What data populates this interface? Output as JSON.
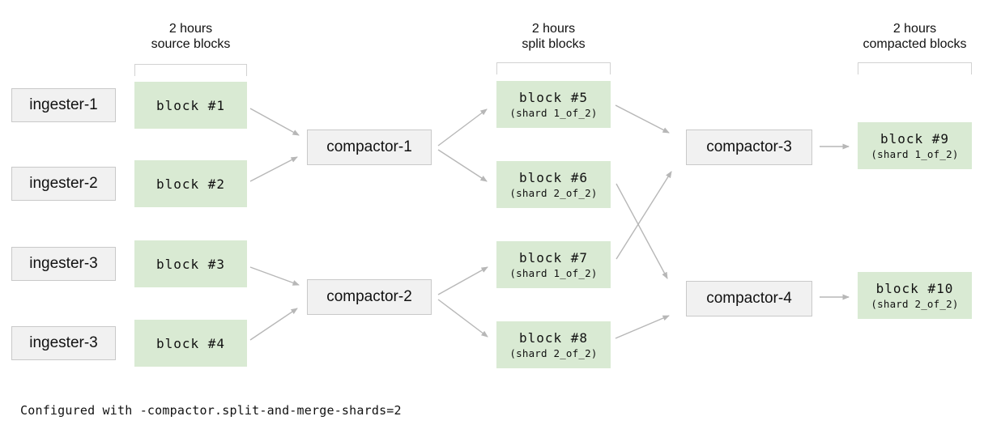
{
  "headers": {
    "source": {
      "line1": "2 hours",
      "line2": "source blocks"
    },
    "split": {
      "line1": "2 hours",
      "line2": "split blocks"
    },
    "compacted": {
      "line1": "2 hours",
      "line2": "compacted blocks"
    }
  },
  "ingesters": [
    {
      "label": "ingester-1"
    },
    {
      "label": "ingester-2"
    },
    {
      "label": "ingester-3"
    },
    {
      "label": "ingester-3"
    }
  ],
  "source_blocks": [
    {
      "label": "block #1"
    },
    {
      "label": "block #2"
    },
    {
      "label": "block #3"
    },
    {
      "label": "block #4"
    }
  ],
  "compactors": [
    {
      "label": "compactor-1"
    },
    {
      "label": "compactor-2"
    },
    {
      "label": "compactor-3"
    },
    {
      "label": "compactor-4"
    }
  ],
  "split_blocks": [
    {
      "label": "block #5",
      "shard": "(shard 1_of_2)"
    },
    {
      "label": "block #6",
      "shard": "(shard 2_of_2)"
    },
    {
      "label": "block #7",
      "shard": "(shard 1_of_2)"
    },
    {
      "label": "block #8",
      "shard": "(shard 2_of_2)"
    }
  ],
  "compacted_blocks": [
    {
      "label": "block #9",
      "shard": "(shard 1_of_2)"
    },
    {
      "label": "block #10",
      "shard": "(shard 2_of_2)"
    }
  ],
  "edges": [
    {
      "from": "block-1",
      "to": "compactor-1"
    },
    {
      "from": "block-2",
      "to": "compactor-1"
    },
    {
      "from": "block-3",
      "to": "compactor-2"
    },
    {
      "from": "block-4",
      "to": "compactor-2"
    },
    {
      "from": "compactor-1",
      "to": "block-5"
    },
    {
      "from": "compactor-1",
      "to": "block-6"
    },
    {
      "from": "compactor-2",
      "to": "block-7"
    },
    {
      "from": "compactor-2",
      "to": "block-8"
    },
    {
      "from": "block-5",
      "to": "compactor-3"
    },
    {
      "from": "block-7",
      "to": "compactor-3"
    },
    {
      "from": "block-6",
      "to": "compactor-4"
    },
    {
      "from": "block-8",
      "to": "compactor-4"
    },
    {
      "from": "compactor-3",
      "to": "block-9"
    },
    {
      "from": "compactor-4",
      "to": "block-10"
    }
  ],
  "caption": "Configured with -compactor.split-and-merge-shards=2",
  "colors": {
    "block_fill": "#d9ead3",
    "node_fill": "#f1f1f1",
    "node_border": "#c9c9c9",
    "arrow": "#b7b7b7",
    "bracket": "#d2d2d2",
    "text": "#111111"
  }
}
